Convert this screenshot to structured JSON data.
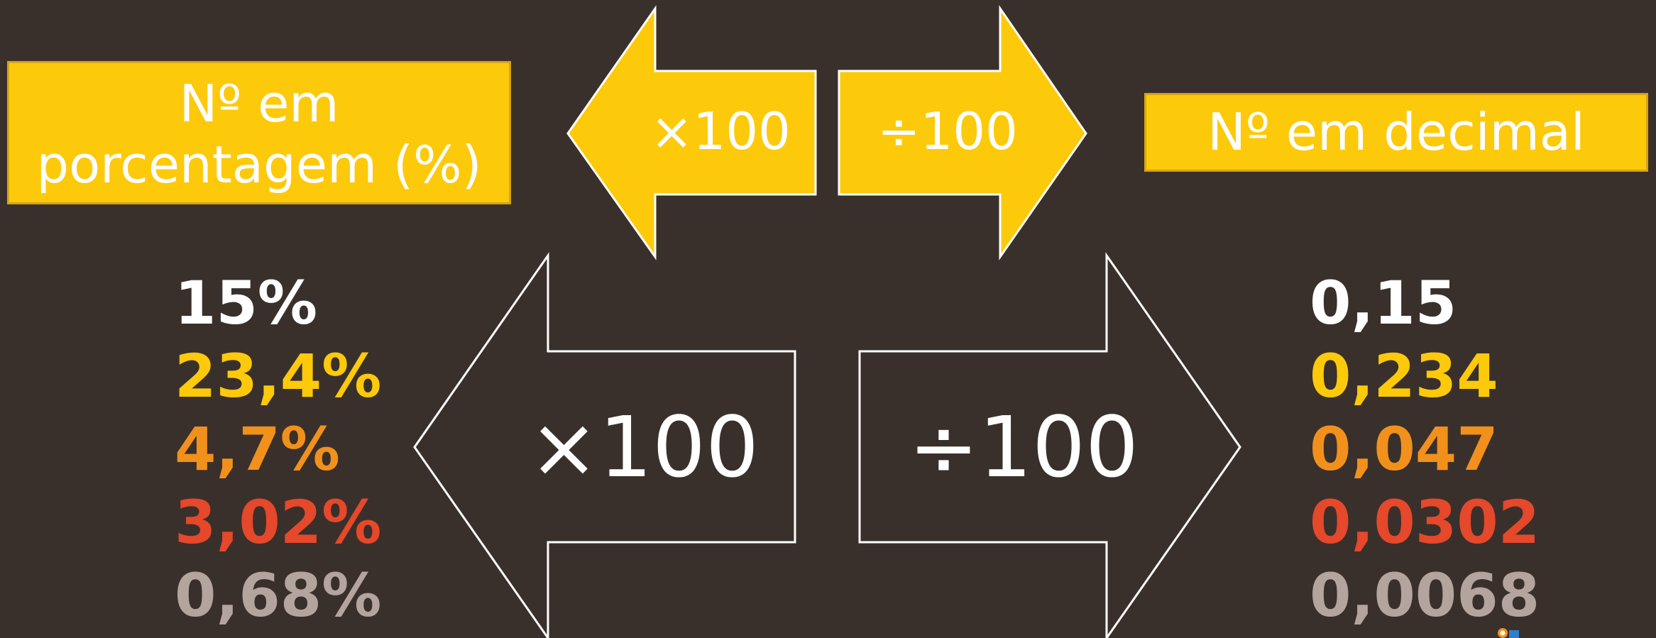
{
  "labels": {
    "percent_box": "Nº em porcentagem (%)",
    "decimal_box": "Nº em decimal"
  },
  "arrows": {
    "top_left": "×100",
    "top_right": "÷100",
    "big_left": "×100",
    "big_right": "÷100"
  },
  "percentages": [
    "15%",
    "23,4%",
    "4,7%",
    "3,02%",
    "0,68%"
  ],
  "decimals": [
    "0,15",
    "0,234",
    "0,047",
    "0,0302",
    "0,0068"
  ],
  "row_colors": [
    "#ffffff",
    "#fdc90b",
    "#f1911c",
    "#e5482a",
    "#b3a49e"
  ],
  "colors": {
    "background": "#3a302b",
    "accent": "#fdc90b"
  }
}
